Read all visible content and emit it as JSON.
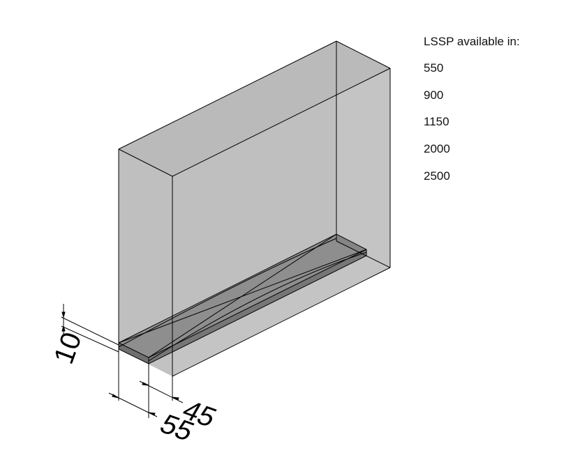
{
  "legend": {
    "title": "LSSP available in:",
    "sizes": [
      "550",
      "900",
      "1150",
      "2000",
      "2500"
    ]
  },
  "dimensions": {
    "height": "10",
    "width_front": "55",
    "depth_offset": "45"
  },
  "colors": {
    "box_face": "#c0c0c0",
    "box_floor": "#dadada",
    "strip_top": "#8f8f8f",
    "strip_side": "#777777",
    "edge": "#000000"
  }
}
